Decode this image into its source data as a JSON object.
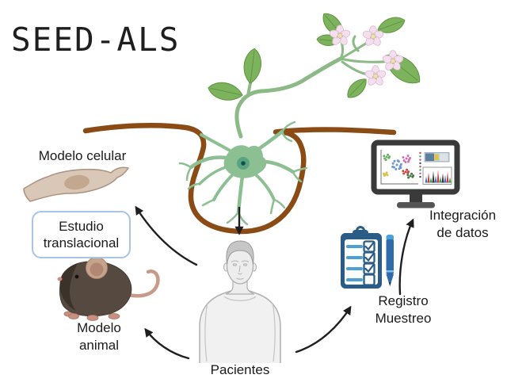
{
  "title": "SEED-ALS",
  "nodes": {
    "cell_model": {
      "label": "Modelo celular"
    },
    "translational": {
      "line1": "Estudio",
      "line2": "translacional"
    },
    "animal_model": {
      "line1": "Modelo",
      "line2": "animal"
    },
    "patients": {
      "label": "Pacientes"
    },
    "registry": {
      "line1": "Registro",
      "line2": "Muestreo"
    },
    "integration": {
      "line1": "Integración",
      "line2": "de datos"
    }
  },
  "colors": {
    "soil_brown": "#8a4b15",
    "stem_green": "#8cba86",
    "leaf_green": "#7cb35c",
    "neuron_green": "#8cbf92",
    "flower_petal": "#f3dfee",
    "arrow_black": "#1f1f1f",
    "clipboard_blue": "#2b5c87",
    "clipboard_light_blue": "#4d9fd6",
    "box_border_blue": "#a9c3e3",
    "mouse_body": "#564a40",
    "mouse_pink": "#c98f80",
    "cell_beige": "#d9c7b7",
    "monitor_frame": "#3a3a3a"
  }
}
